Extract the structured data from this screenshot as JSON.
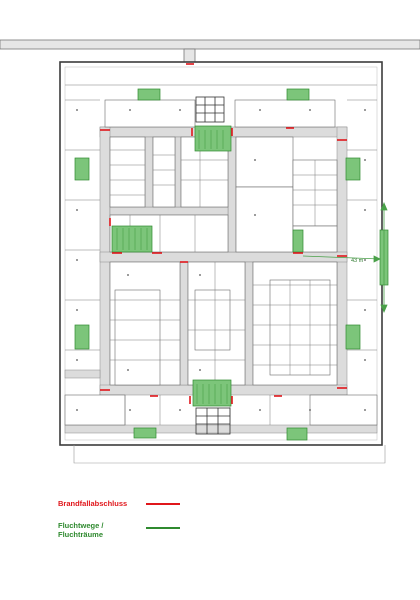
{
  "plan": {
    "dimension_label": "43 m",
    "colors": {
      "corridor": "#dcdcdc",
      "wall": "#5a5a5a",
      "outer_wall": "#3c3c3c",
      "fire_barrier": "#e0161b",
      "escape_route": "#2f8a2f",
      "escape_fill": "#7cc57a",
      "dimension": "#49a048"
    }
  },
  "legend": {
    "fire_barrier_label": "Brandfallabschluss",
    "escape_label_line1": "Fluchtwege /",
    "escape_label_line2": "Fluchträume"
  }
}
